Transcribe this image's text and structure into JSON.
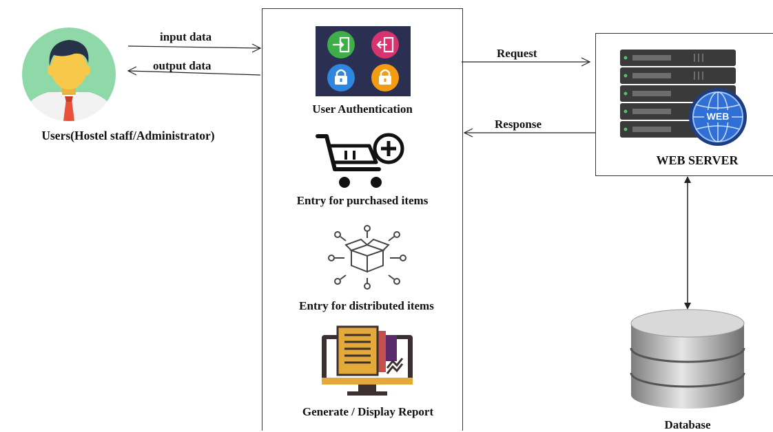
{
  "user": {
    "label": "Users(Hostel staff/Administrator)"
  },
  "flows": {
    "input_data": "input data",
    "output_data": "output data",
    "request": "Request",
    "response": "Response"
  },
  "modules": [
    {
      "label": "User Authentication",
      "icon": "authentication-icon"
    },
    {
      "label": "Entry for purchased items",
      "icon": "shopping-cart-add-icon"
    },
    {
      "label": "Entry for distributed items",
      "icon": "box-distribution-icon"
    },
    {
      "label": "Generate / Display Report",
      "icon": "report-monitor-icon"
    }
  ],
  "server": {
    "label": "WEB SERVER",
    "badge": "WEB"
  },
  "database": {
    "label": "Database"
  },
  "colors": {
    "avatar_bg": "#8fd9a8",
    "skin": "#f7c84a",
    "hair": "#263248",
    "tie": "#e8503a",
    "auth_bg": "#2b2f52",
    "green": "#3fae49",
    "pink": "#d9336f",
    "blue": "#2e86de",
    "orange": "#f39c12",
    "server_dark": "#3a3a3a",
    "globe_blue": "#2f6fd6",
    "report_dark": "#3b2f2f",
    "report_gold": "#e3a93a",
    "report_purple": "#5b2a6b"
  }
}
